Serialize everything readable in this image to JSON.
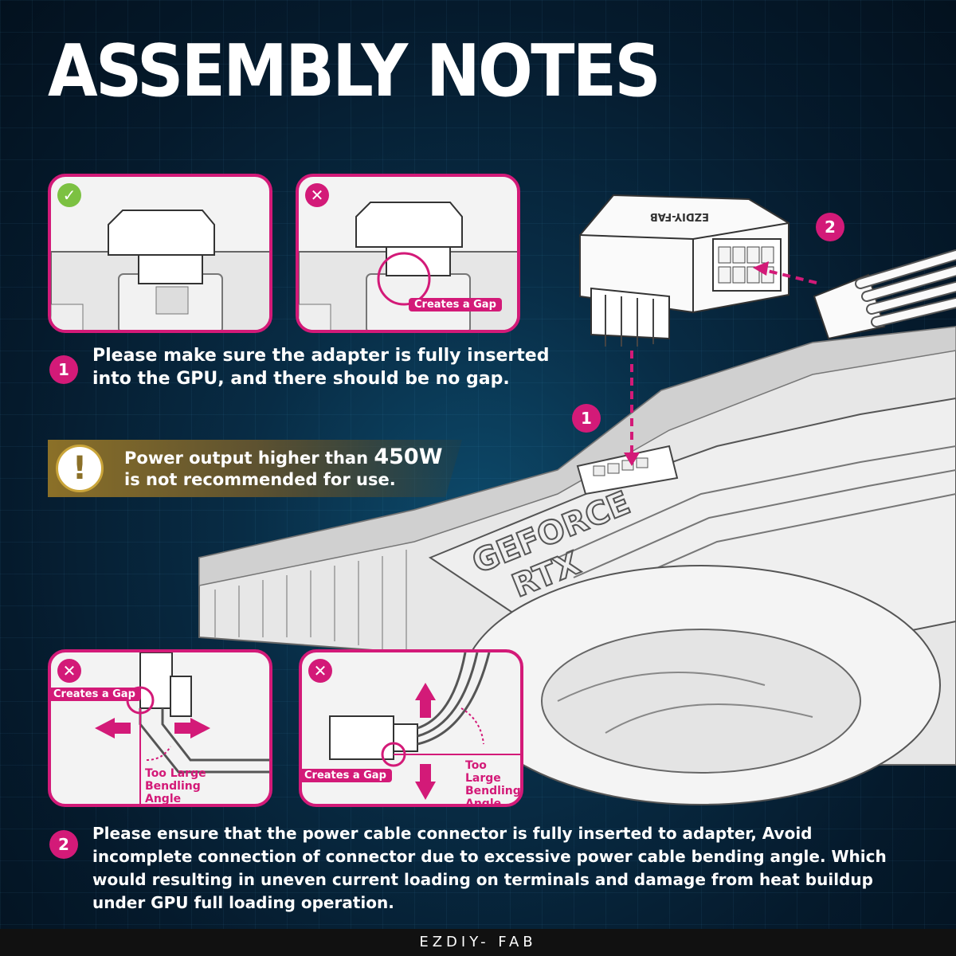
{
  "title": "ASSEMBLY NOTES",
  "top_panels": {
    "correct_mark": "✓",
    "wrong_mark": "✕",
    "gap_tag": "Creates a Gap"
  },
  "note1": {
    "number": "1",
    "text": "Please make sure the adapter is fully inserted into the GPU, and there should be no gap."
  },
  "warning": {
    "text_before": "Power output higher than ",
    "highlight": "450W",
    "text_after": " is not recommended for use."
  },
  "diagram": {
    "step1": "1",
    "step2": "2",
    "adapter_brand": "EZDIY-FAB",
    "gpu_text_line1": "GEFORCE",
    "gpu_text_line2": "RTX"
  },
  "bottom_panels": {
    "left_mark": "✕",
    "right_mark": "✕",
    "gap_tag": "Creates a Gap",
    "angle_label": [
      "Too Large",
      "Bendling",
      "Angle"
    ]
  },
  "note2": {
    "number": "2",
    "text": "Please ensure that the power cable connector is fully inserted to adapter, Avoid incomplete connection of connector due to excessive power cable bending angle. Which would resulting in uneven current loading on terminals and damage from heat buildup under GPU full loading operation."
  },
  "footer": "EZDIY- FAB",
  "colors": {
    "accent": "#d31a78",
    "ok": "#7cc142",
    "warning_gold": "#caa53a"
  }
}
